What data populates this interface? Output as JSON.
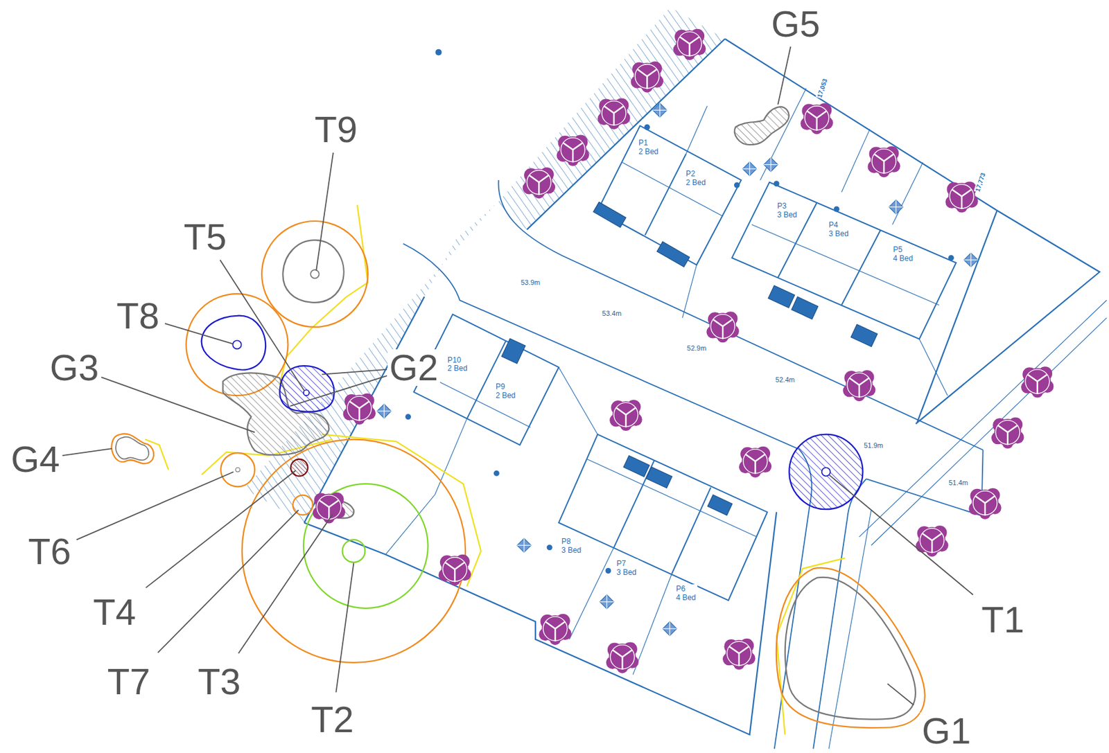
{
  "diagram": {
    "nodes": [
      {
        "text": [
          "P1",
          "2 Bed"
        ]
      },
      {
        "text": [
          "P2",
          "2 Bed"
        ]
      },
      {
        "text": [
          "P3",
          "3 Bed"
        ]
      },
      {
        "text": [
          "P4",
          "3 Bed"
        ]
      },
      {
        "text": [
          "P5",
          "4 Bed"
        ]
      },
      {
        "text": [
          "P10",
          "2 Bed"
        ]
      },
      {
        "text": [
          "P9",
          "2 Bed"
        ]
      },
      {
        "text": [
          "P8",
          "3 Bed"
        ]
      },
      {
        "text": [
          "P7",
          "3 Bed"
        ]
      },
      {
        "text": [
          "P6",
          "4 Bed"
        ]
      }
    ],
    "labels": [
      "G5",
      "T9",
      "T5",
      "T8",
      "G3",
      "G2",
      "G4",
      "T6",
      "T4",
      "T7",
      "T3",
      "T2",
      "T1",
      "G1",
      "53.9m",
      "53.4m",
      "52.9m",
      "52.4m",
      "51.9m",
      "51.4m",
      "17,053",
      "17,773"
    ]
  }
}
